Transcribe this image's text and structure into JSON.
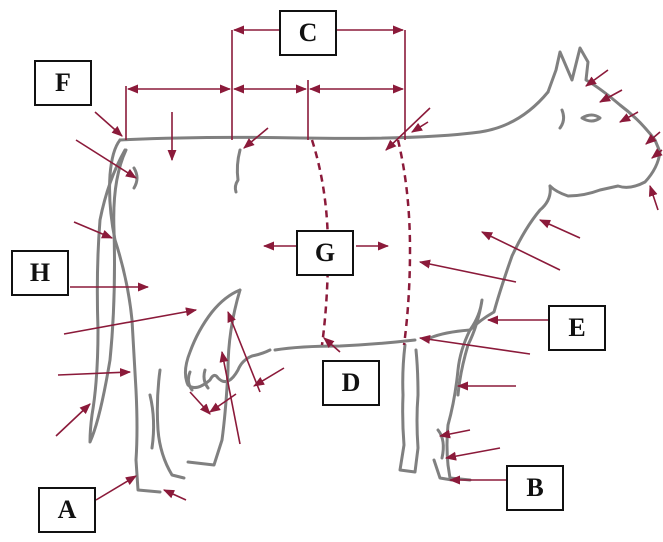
{
  "labels": {
    "a": "A",
    "b": "B",
    "c": "C",
    "d": "D",
    "e": "E",
    "f": "F",
    "g": "G",
    "h": "H"
  },
  "colors": {
    "outline": "#808080",
    "arrow": "#8b1a3a",
    "box_border": "#111111",
    "background": "#ffffff"
  },
  "icons": {
    "figure": "cow-outline-icon",
    "pointer": "arrow-icon"
  }
}
